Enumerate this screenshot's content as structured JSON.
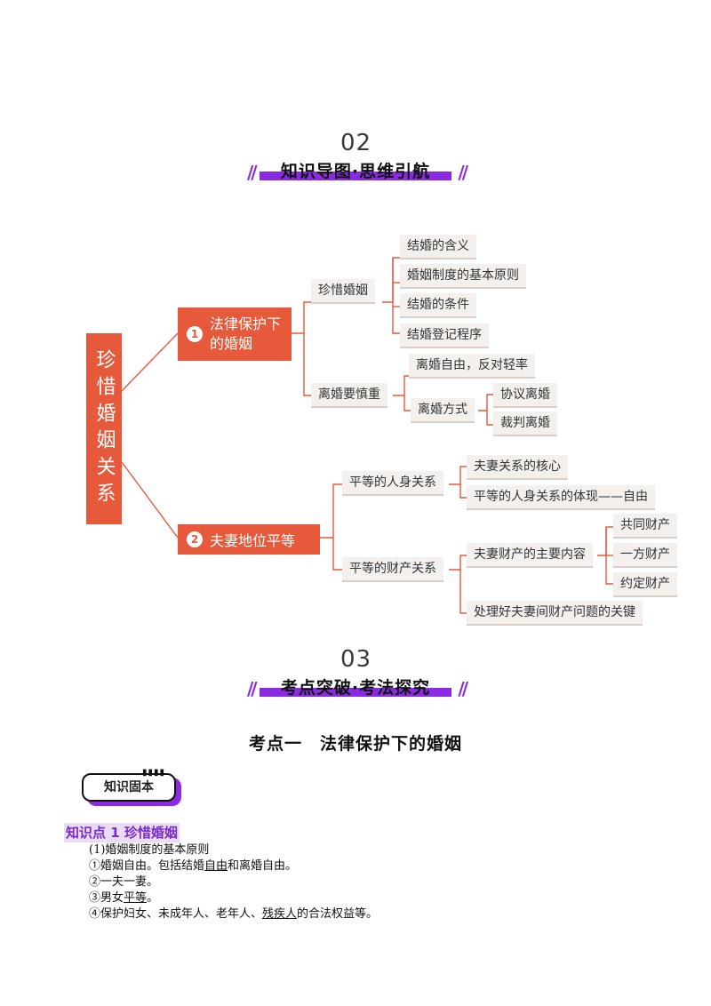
{
  "section2": {
    "number": "02",
    "title": "知识导图·思维引航"
  },
  "mindmap": {
    "root": "珍惜婚姻关系",
    "branch1": {
      "num": "1",
      "label": "法律保护下的婚姻",
      "sub1": {
        "label": "珍惜婚姻",
        "items": [
          "结婚的含义",
          "婚姻制度的基本原则",
          "结婚的条件",
          "结婚登记程序"
        ]
      },
      "sub2": {
        "label": "离婚要慎重",
        "item1": "离婚自由，反对轻率",
        "item2": {
          "label": "离婚方式",
          "items": [
            "协议离婚",
            "裁判离婚"
          ]
        }
      }
    },
    "branch2": {
      "num": "2",
      "label": "夫妻地位平等",
      "sub1": {
        "label": "平等的人身关系",
        "items": [
          "夫妻关系的核心",
          "平等的人身关系的体现——自由"
        ]
      },
      "sub2": {
        "label": "平等的财产关系",
        "item1": {
          "label": "夫妻财产的主要内容",
          "items": [
            "共同财产",
            "一方财产",
            "约定财产"
          ]
        },
        "item2": "处理好夫妻间财产问题的关键"
      }
    }
  },
  "section3": {
    "number": "03",
    "title": "考点突破·考法探究"
  },
  "topic": {
    "title": "考点一　法律保护下的婚姻"
  },
  "badge": {
    "label": "知识固本"
  },
  "knowledge": {
    "title": "知识点 1  珍惜婚姻",
    "heading": "(1)婚姻制度的基本原则",
    "line1": {
      "a": "①婚姻自由。包括结婚",
      "b": "自由",
      "c": "和离婚自由。"
    },
    "line2": "②一夫一妻。",
    "line3": {
      "a": "③男女",
      "b": "平等",
      "c": "。"
    },
    "line4": {
      "a": "④保护妇女、未成年人、老年人、",
      "b": "残疾人",
      "c": "的合法权益等。"
    }
  }
}
